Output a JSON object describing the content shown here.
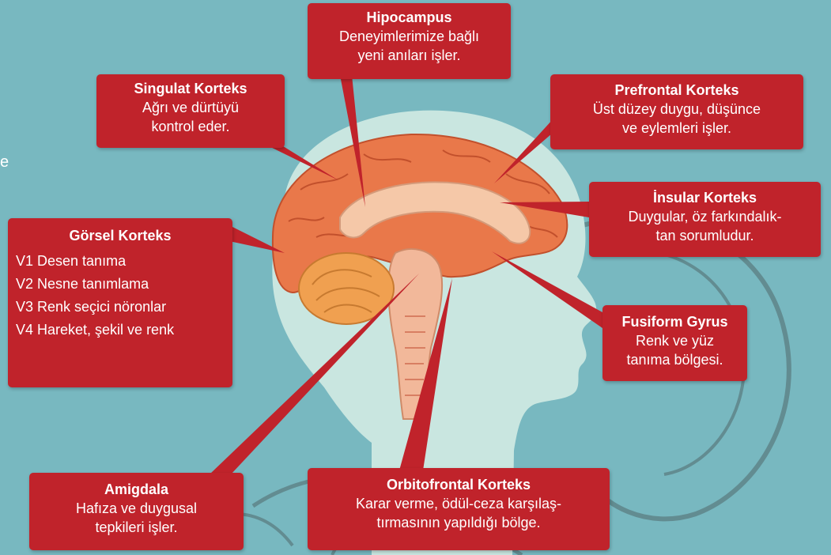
{
  "stray_glyph": "e",
  "callouts": {
    "hipocampus": {
      "title": "Hipocampus",
      "lines": [
        "Deneyimlerimize bağlı",
        "yeni anıları işler."
      ]
    },
    "singulat": {
      "title": "Singulat Korteks",
      "lines": [
        "Ağrı ve dürtüyü",
        "kontrol eder."
      ]
    },
    "prefrontal": {
      "title": "Prefrontal Korteks",
      "lines": [
        "Üst düzey duygu, düşünce",
        "ve eylemleri işler."
      ]
    },
    "insular": {
      "title": "İnsular Korteks",
      "lines": [
        "Duygular, öz farkındalık-",
        "tan sorumludur."
      ]
    },
    "fusiform": {
      "title": "Fusiform Gyrus",
      "lines": [
        "Renk ve yüz",
        "tanıma bölgesi."
      ]
    },
    "gorsel": {
      "title": "Görsel Korteks",
      "items": [
        "V1 Desen tanıma",
        "V2 Nesne tanımlama",
        "V3 Renk seçici nöronlar",
        "V4 Hareket, şekil ve renk"
      ]
    },
    "amigdala": {
      "title": "Amigdala",
      "lines": [
        "Hafıza ve duygusal",
        "tepkileri işler."
      ]
    },
    "orbitofrontal": {
      "title": "Orbitofrontal Korteks",
      "lines": [
        "Karar verme, ödül-ceza karşılaş-",
        "tırmasının yapıldığı bölge."
      ]
    }
  },
  "colors": {
    "background": "#78b8c0",
    "callout": "#c0232b",
    "head_silhouette": "#c9e6e0",
    "brain_cortex": "#e9784a",
    "brain_inner": "#f5c8a8",
    "cerebellum": "#f0a050",
    "sketch_lines": "#3a3a3a"
  }
}
